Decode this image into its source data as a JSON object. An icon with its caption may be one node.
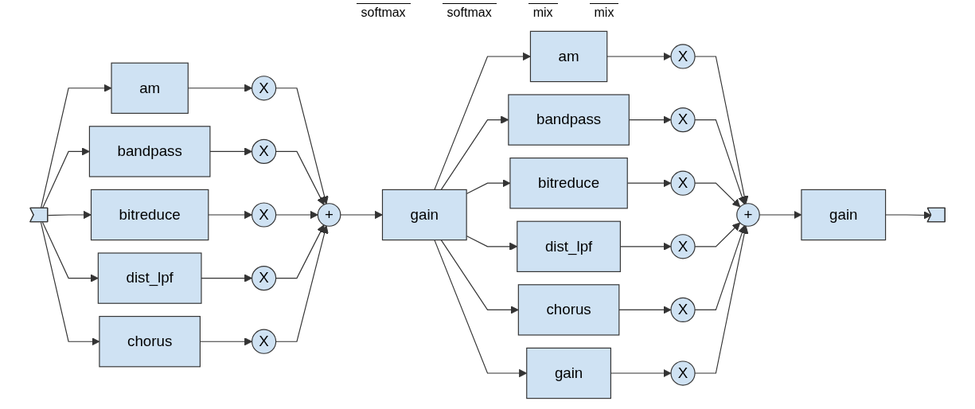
{
  "diagram": {
    "nodes": [
      {
        "text": [],
        "shape": "arrow"
      },
      {
        "text": [
          "am"
        ]
      },
      {
        "text": [
          "bandpass"
        ]
      },
      {
        "text": [
          "bitreduce"
        ]
      },
      {
        "text": [
          "dist_lpf"
        ]
      },
      {
        "text": [
          "chorus"
        ]
      },
      {
        "text": [
          "X"
        ]
      },
      {
        "text": [
          "X"
        ]
      },
      {
        "text": [
          "X"
        ]
      },
      {
        "text": [
          "X"
        ]
      },
      {
        "text": [
          "X"
        ]
      },
      {
        "text": [
          "+"
        ]
      },
      {
        "text": [
          "gain"
        ]
      },
      {
        "text": [
          "am"
        ]
      },
      {
        "text": [
          "bandpass"
        ]
      },
      {
        "text": [
          "bitreduce"
        ]
      },
      {
        "text": [
          "dist_lpf"
        ]
      },
      {
        "text": [
          "chorus"
        ]
      },
      {
        "text": [
          "gain"
        ]
      },
      {
        "text": [
          "X"
        ]
      },
      {
        "text": [
          "X"
        ]
      },
      {
        "text": [
          "X"
        ]
      },
      {
        "text": [
          "X"
        ]
      },
      {
        "text": [
          "X"
        ]
      },
      {
        "text": [
          "X"
        ]
      },
      {
        "text": [
          "+"
        ]
      },
      {
        "text": [
          "gain"
        ]
      },
      {
        "text": [],
        "shape": "arrow"
      }
    ],
    "edges": [
      {
        "from": 0,
        "to": 1,
        "arrow": "to"
      },
      {
        "from": 0,
        "to": 2,
        "arrow": "to"
      },
      {
        "from": 0,
        "to": 3,
        "arrow": "to"
      },
      {
        "from": 0,
        "to": 4,
        "arrow": "to"
      },
      {
        "from": 0,
        "to": 5,
        "arrow": "to"
      },
      {
        "from": 1,
        "to": 6,
        "arrow": "to"
      },
      {
        "from": 2,
        "to": 7,
        "arrow": "to"
      },
      {
        "from": 3,
        "to": 8,
        "arrow": "to"
      },
      {
        "from": 4,
        "to": 9,
        "arrow": "to"
      },
      {
        "from": 5,
        "to": 10,
        "arrow": "to"
      },
      {
        "from": 6,
        "to": 11,
        "arrow": "to"
      },
      {
        "from": 7,
        "to": 11,
        "arrow": "to"
      },
      {
        "from": 8,
        "to": 11,
        "arrow": "to"
      },
      {
        "from": 9,
        "to": 11,
        "arrow": "to"
      },
      {
        "from": 10,
        "to": 11,
        "arrow": "to"
      },
      {
        "from": 11,
        "to": 12,
        "arrow": "to"
      },
      {
        "from": 12,
        "to": 13,
        "arrow": "to"
      },
      {
        "from": 12,
        "to": 14,
        "arrow": "to"
      },
      {
        "from": 12,
        "to": 15,
        "arrow": "to"
      },
      {
        "from": 12,
        "to": 16,
        "arrow": "to"
      },
      {
        "from": 12,
        "to": 17,
        "arrow": "to"
      },
      {
        "from": 12,
        "to": 18,
        "arrow": "to"
      },
      {
        "from": 13,
        "to": 19,
        "arrow": "to"
      },
      {
        "from": 14,
        "to": 20,
        "arrow": "to"
      },
      {
        "from": 15,
        "to": 21,
        "arrow": "to"
      },
      {
        "from": 16,
        "to": 22,
        "arrow": "to"
      },
      {
        "from": 17,
        "to": 23,
        "arrow": "to"
      },
      {
        "from": 18,
        "to": 24,
        "arrow": "to"
      },
      {
        "from": 19,
        "to": 25,
        "arrow": "to"
      },
      {
        "from": 20,
        "to": 25,
        "arrow": "to"
      },
      {
        "from": 21,
        "to": 25,
        "arrow": "to"
      },
      {
        "from": 22,
        "to": 25,
        "arrow": "to"
      },
      {
        "from": 23,
        "to": 25,
        "arrow": "to"
      },
      {
        "from": 24,
        "to": 25,
        "arrow": "to"
      },
      {
        "from": 25,
        "to": 26,
        "arrow": "to"
      },
      {
        "from": 26,
        "to": 27,
        "arrow": "to"
      }
    ],
    "labels": [
      "softmax",
      "softmax",
      "mix",
      "mix"
    ]
  }
}
